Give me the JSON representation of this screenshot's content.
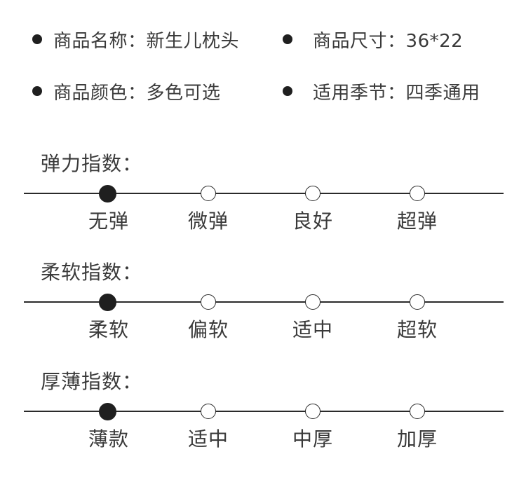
{
  "specs": [
    {
      "label": "商品名称",
      "sep": "：",
      "value": "新生儿枕头"
    },
    {
      "label": "商品尺寸",
      "sep": "：",
      "value": "36*22"
    },
    {
      "label": "商品颜色",
      "sep": "：",
      "value": "多色可选"
    },
    {
      "label": "适用季节",
      "sep": "：",
      "value": "四季通用"
    }
  ],
  "scales": [
    {
      "title": "弹力指数：",
      "options": [
        "无弹",
        "微弹",
        "良好",
        "超弹"
      ],
      "selected_index": 0
    },
    {
      "title": "柔软指数：",
      "options": [
        "柔软",
        "偏软",
        "适中",
        "超软"
      ],
      "selected_index": 0
    },
    {
      "title": "厚薄指数：",
      "options": [
        "薄款",
        "适中",
        "中厚",
        "加厚"
      ],
      "selected_index": 0
    }
  ],
  "colors": {
    "text": "#3a3a3a",
    "line": "#2a2a2a",
    "filled_dot": "#1f1f1f",
    "background": "#ffffff"
  }
}
